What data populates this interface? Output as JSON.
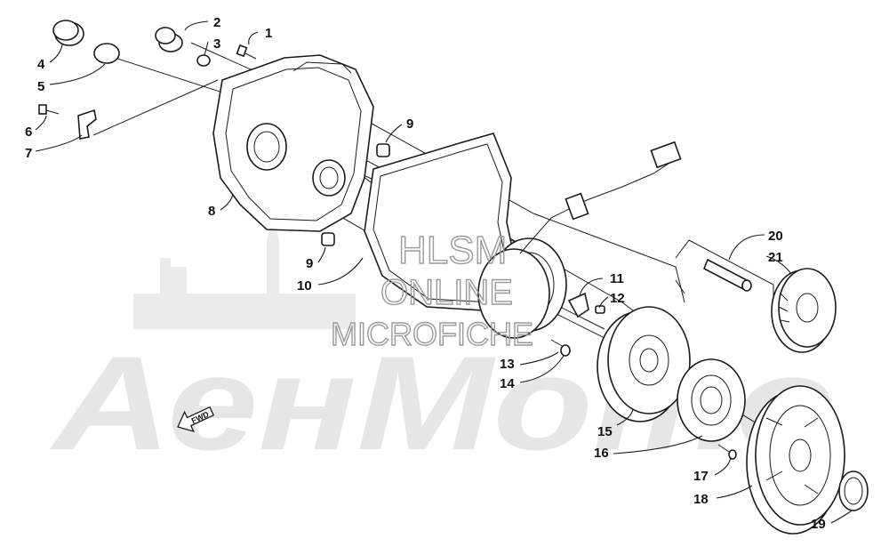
{
  "watermark": {
    "line1": "HLSM",
    "line2": "ONLINE",
    "line3": "MICROFICHE",
    "background_logo": "АенМото"
  },
  "direction_arrow": {
    "label": "FWD"
  },
  "callouts": {
    "c1": "1",
    "c2": "2",
    "c3": "3",
    "c4": "4",
    "c5": "5",
    "c6": "6",
    "c7": "7",
    "c8": "8",
    "c9a": "9",
    "c9b": "9",
    "c10": "10",
    "c11": "11",
    "c12": "12",
    "c13": "13",
    "c14": "14",
    "c15": "15",
    "c16": "16",
    "c17": "17",
    "c18": "18",
    "c19": "19",
    "c20": "20",
    "c21": "21"
  },
  "colors": {
    "line": "#1a1a1a",
    "watermark_fill": "#e6e6e6",
    "watermark_stroke": "#9a9a9a"
  }
}
